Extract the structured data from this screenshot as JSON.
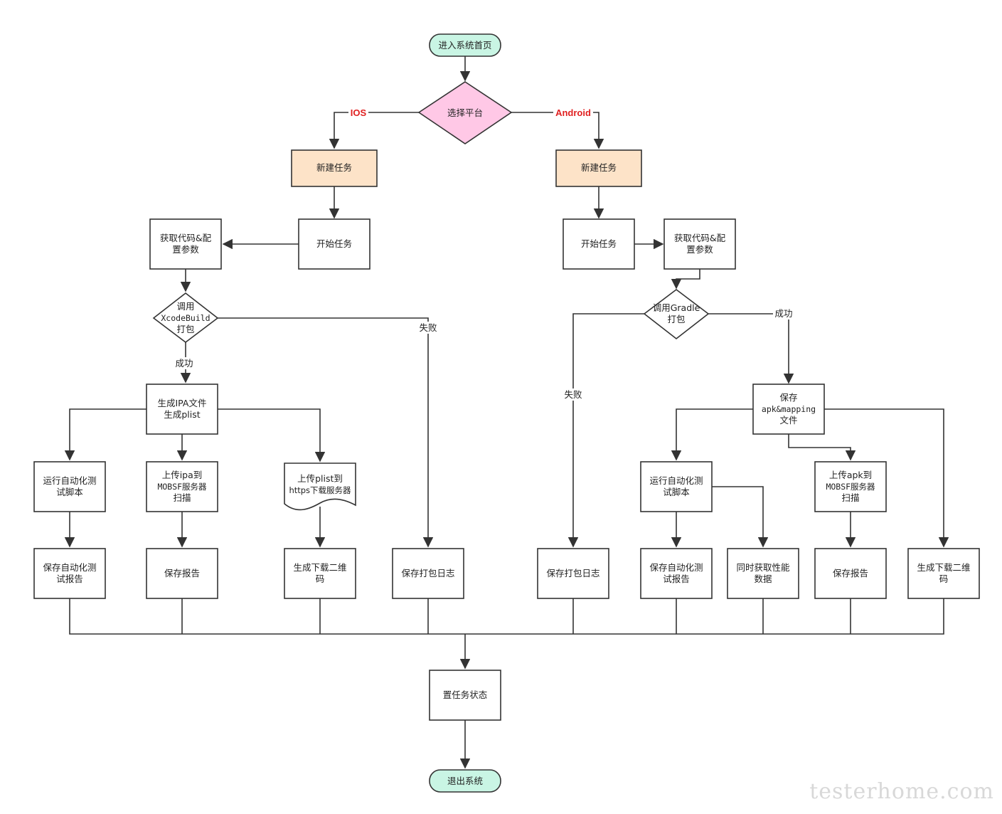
{
  "nodes": {
    "start": "进入系统首页",
    "choose_platform": "选择平台",
    "ios_new_task": "新建任务",
    "ios_start_task": "开始任务",
    "ios_get_code": [
      "获取代码&配",
      "置参数"
    ],
    "ios_build": [
      "调用",
      "XcodeBuild",
      "打包"
    ],
    "ios_gen_ipa": [
      "生成IPA文件",
      "生成plist"
    ],
    "ios_run_auto": [
      "运行自动化测",
      "试脚本"
    ],
    "ios_upload_ipa": [
      "上传ipa到",
      "MOBSF服务器",
      "扫描"
    ],
    "ios_upload_plist": [
      "上传plist到",
      "https下载服务器"
    ],
    "ios_save_auto_report": [
      "保存自动化测",
      "试报告"
    ],
    "ios_save_report": "保存报告",
    "ios_gen_qr": [
      "生成下载二维",
      "码"
    ],
    "ios_save_log": "保存打包日志",
    "and_new_task": "新建任务",
    "and_start_task": "开始任务",
    "and_get_code": [
      "获取代码&配",
      "置参数"
    ],
    "and_build": [
      "调用Gradle",
      "打包"
    ],
    "and_save_apk": [
      "保存",
      "apk&mapping",
      "文件"
    ],
    "and_run_auto": [
      "运行自动化测",
      "试脚本"
    ],
    "and_upload_apk": [
      "上传apk到",
      "MOBSF服务器",
      "扫描"
    ],
    "and_save_log": "保存打包日志",
    "and_save_auto_report": [
      "保存自动化测",
      "试报告"
    ],
    "and_perf": [
      "同时获取性能",
      "数据"
    ],
    "and_save_report": "保存报告",
    "and_gen_qr": [
      "生成下载二维",
      "码"
    ],
    "set_status": "置任务状态",
    "exit": "退出系统"
  },
  "edge_labels": {
    "ios": "IOS",
    "android": "Android",
    "ios_success": "成功",
    "ios_fail": "失败",
    "and_success": "成功",
    "and_fail": "失败"
  },
  "colors": {
    "terminal_fill": "#c9f5e4",
    "decision_fill": "#ffc8e6",
    "new_task_fill": "#fde3c8",
    "stroke": "#333333",
    "edge_label_red": "#e02020"
  },
  "watermark": "testerhome.com"
}
